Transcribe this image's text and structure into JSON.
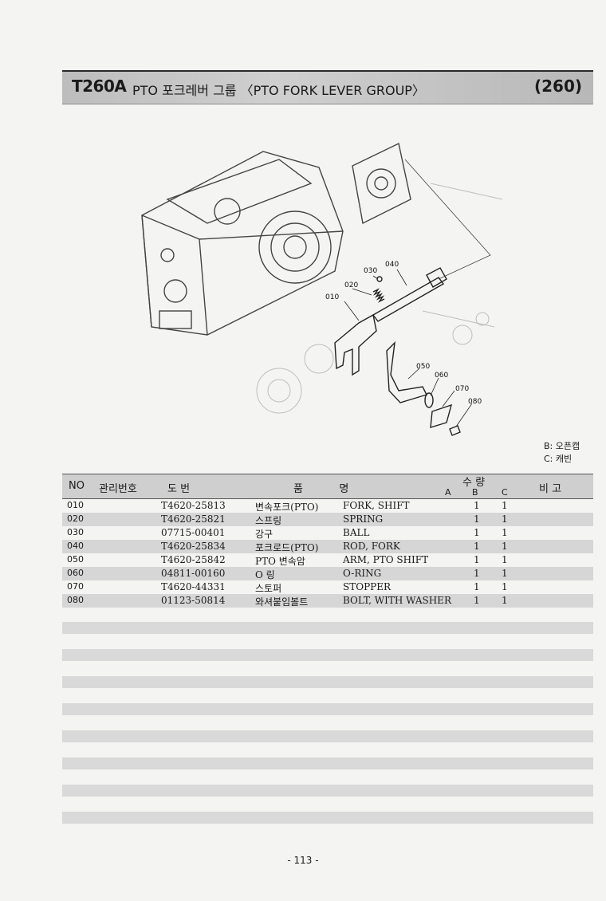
{
  "header": {
    "code": "T260A",
    "title": "PTO 포크레버 그룹 〈PTO FORK LEVER GROUP〉",
    "page_ref": "(260)"
  },
  "diagram": {
    "callouts": [
      "010",
      "020",
      "030",
      "040",
      "050",
      "060",
      "070",
      "080"
    ]
  },
  "legend": {
    "b": "B: 오픈캡",
    "c": "C: 캐빈"
  },
  "table": {
    "headers": {
      "no": "NO",
      "mgmt": "관리번호",
      "drawing": "도  번",
      "name": "품           명",
      "qty": "수  량",
      "qty_a": "A",
      "qty_b": "B",
      "qty_c": "C",
      "remark": "비  고"
    },
    "rows": [
      {
        "no": "010",
        "code": "T4620-25813",
        "kor": "변속포크(PTO)",
        "eng": "FORK, SHIFT",
        "a": "1",
        "b": "1"
      },
      {
        "no": "020",
        "code": "T4620-25821",
        "kor": "스프링",
        "eng": "SPRING",
        "a": "1",
        "b": "1"
      },
      {
        "no": "030",
        "code": "07715-00401",
        "kor": "강구",
        "eng": "BALL",
        "a": "1",
        "b": "1"
      },
      {
        "no": "040",
        "code": "T4620-25834",
        "kor": "포크로드(PTO)",
        "eng": "ROD, FORK",
        "a": "1",
        "b": "1"
      },
      {
        "no": "050",
        "code": "T4620-25842",
        "kor": "PTO 변속암",
        "eng": "ARM, PTO SHIFT",
        "a": "1",
        "b": "1"
      },
      {
        "no": "060",
        "code": "04811-00160",
        "kor": "O 링",
        "eng": "O-RING",
        "a": "1",
        "b": "1"
      },
      {
        "no": "070",
        "code": "T4620-44331",
        "kor": "스토퍼",
        "eng": "STOPPER",
        "a": "1",
        "b": "1"
      },
      {
        "no": "080",
        "code": "01123-50814",
        "kor": "와셔붙임볼트",
        "eng": "BOLT, WITH WASHER",
        "a": "1",
        "b": "1"
      }
    ]
  },
  "footer": {
    "page": "- 113 -"
  }
}
